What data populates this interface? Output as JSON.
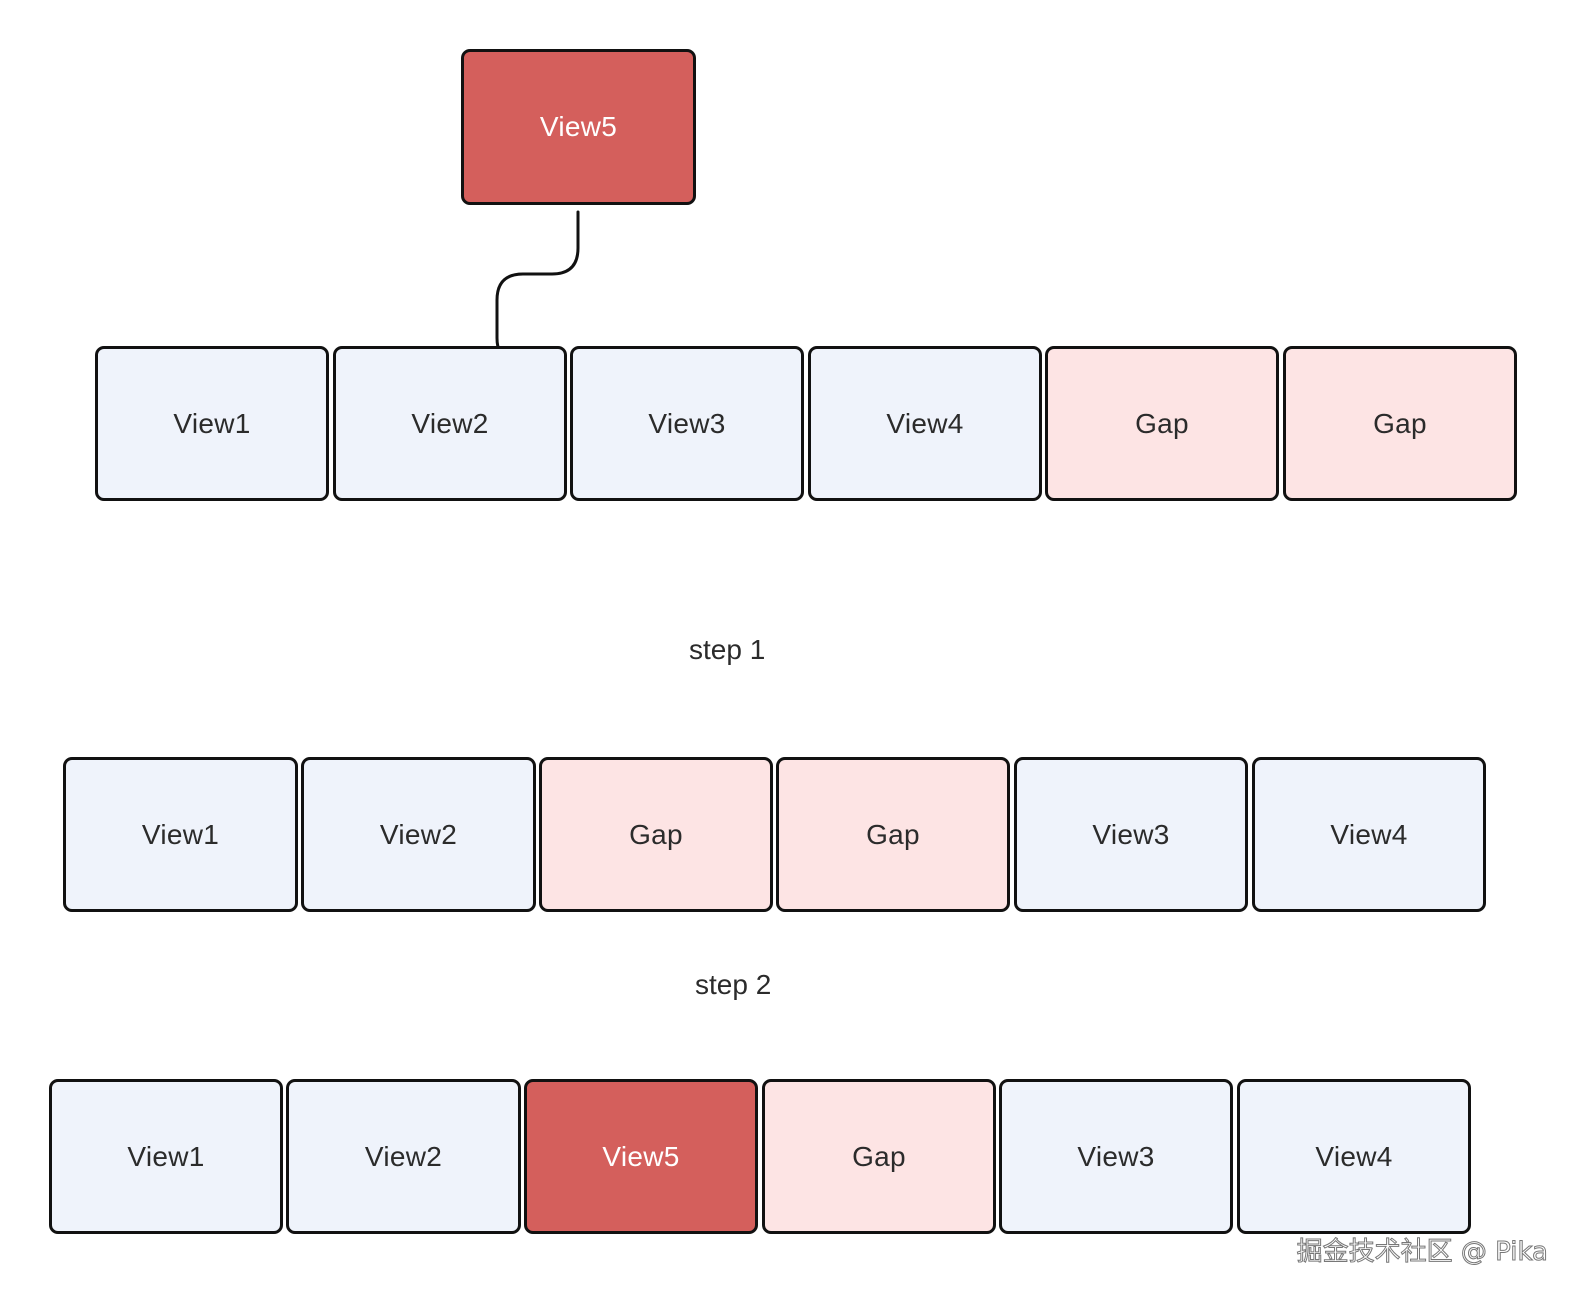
{
  "colors": {
    "view_fill": "#eff3fb",
    "gap_fill": "#fde4e4",
    "highlight_fill": "#d45f5c",
    "border": "#111111",
    "text": "#2b2b2b"
  },
  "incoming": {
    "label": "View5"
  },
  "row_initial": {
    "cells": [
      {
        "label": "View1",
        "kind": "view"
      },
      {
        "label": "View2",
        "kind": "view"
      },
      {
        "label": "View3",
        "kind": "view"
      },
      {
        "label": "View4",
        "kind": "view"
      },
      {
        "label": "Gap",
        "kind": "gap"
      },
      {
        "label": "Gap",
        "kind": "gap"
      }
    ]
  },
  "step1": {
    "caption": "step 1",
    "cells": [
      {
        "label": "View1",
        "kind": "view"
      },
      {
        "label": "View2",
        "kind": "view"
      },
      {
        "label": "Gap",
        "kind": "gap"
      },
      {
        "label": "Gap",
        "kind": "gap"
      },
      {
        "label": "View3",
        "kind": "view"
      },
      {
        "label": "View4",
        "kind": "view"
      }
    ]
  },
  "step2": {
    "caption": "step 2",
    "cells": [
      {
        "label": "View1",
        "kind": "view"
      },
      {
        "label": "View2",
        "kind": "view"
      },
      {
        "label": "View5",
        "kind": "highlight"
      },
      {
        "label": "Gap",
        "kind": "gap"
      },
      {
        "label": "View3",
        "kind": "view"
      },
      {
        "label": "View4",
        "kind": "view"
      }
    ]
  },
  "watermark": "掘金技术社区 @ Pika"
}
